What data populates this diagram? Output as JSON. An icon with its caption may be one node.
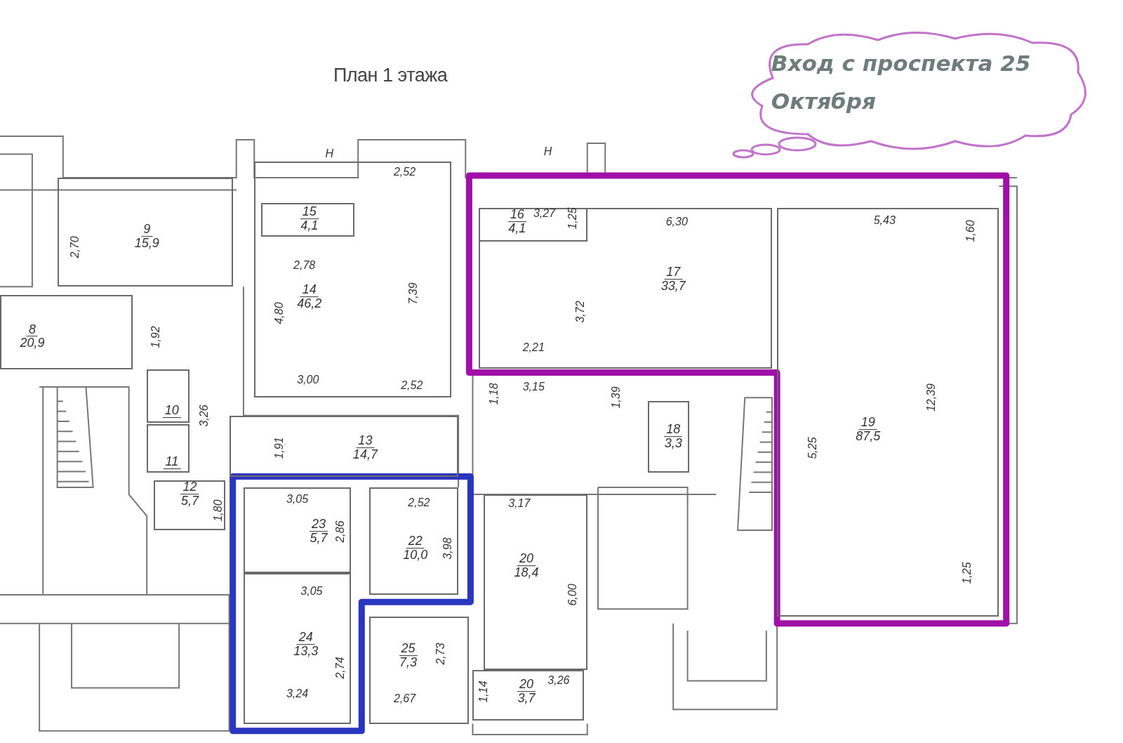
{
  "diagram": {
    "title": "План 1 этажа",
    "nodes": [
      {
        "text": [
          "Вход с проспекта 25 Октября"
        ]
      },
      {
        "text": [
          "9",
          "15,9"
        ]
      },
      {
        "text": [
          "15",
          "4,1"
        ],
        "in": 3
      },
      {
        "text": [
          "14",
          "46,2"
        ]
      },
      {
        "text": [
          "8",
          "20,9"
        ]
      },
      {
        "text": [
          "10"
        ]
      },
      {
        "text": [
          "11"
        ]
      },
      {
        "text": [
          "13",
          "14,7"
        ]
      },
      {
        "text": [
          "12",
          "5,7"
        ]
      },
      {
        "text": [
          "17",
          "33,7"
        ]
      },
      {
        "text": [
          "16",
          "4,1"
        ],
        "in": 9
      },
      {
        "text": [
          "18",
          "3,3"
        ]
      },
      {
        "text": [
          "19",
          "87,5"
        ]
      },
      {
        "text": [
          "23",
          "5,7"
        ]
      },
      {
        "text": [
          "22",
          "10,0"
        ]
      },
      {
        "text": [
          "24",
          "13,3"
        ]
      },
      {
        "text": [
          "25",
          "7,3"
        ]
      },
      {
        "text": [
          "20",
          "18,4"
        ]
      },
      {
        "text": [
          "20",
          "3,7"
        ]
      }
    ],
    "labels": [
      "Н",
      "Н",
      "2,52",
      "2,70",
      "2,78",
      "7,39",
      "4,80",
      "1,92",
      "3,00",
      "2,52",
      "3,26",
      "1,91",
      "1,80",
      "3,05",
      "2,86",
      "2,52",
      "3,98",
      "3,05",
      "2,74",
      "3,24",
      "2,73",
      "2,67",
      "3,17",
      "6,00",
      "1,14",
      "3,26",
      "3,27",
      "1,25",
      "6,30",
      "3,72",
      "2,21",
      "5,43",
      "1,60",
      "1,18",
      "3,15",
      "1,39",
      "12,39",
      "5,25",
      "1,25"
    ]
  }
}
